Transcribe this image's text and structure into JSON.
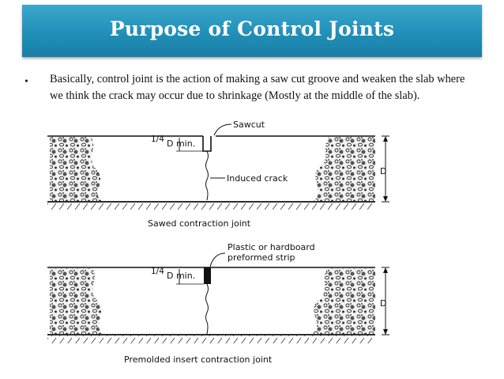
{
  "slide": {
    "title": "Purpose of Control Joints",
    "bullet_text": "Basically, control joint is the action of making a saw cut groove and weaken the slab where we think the crack may occur due to shrinkage (Mostly at the middle of the slab)."
  },
  "figure": {
    "top": {
      "sawcut_label": "Sawcut",
      "depth_label": "D min.",
      "fraction": "1/4",
      "crack_label": "Induced crack",
      "d_label": "D",
      "caption": "Sawed contraction joint"
    },
    "bottom": {
      "strip_label_line1": "Plastic or hardboard",
      "strip_label_line2": "preformed strip",
      "depth_label": "D min.",
      "fraction": "1/4",
      "d_label": "D",
      "caption": "Premolded insert contraction joint"
    }
  }
}
